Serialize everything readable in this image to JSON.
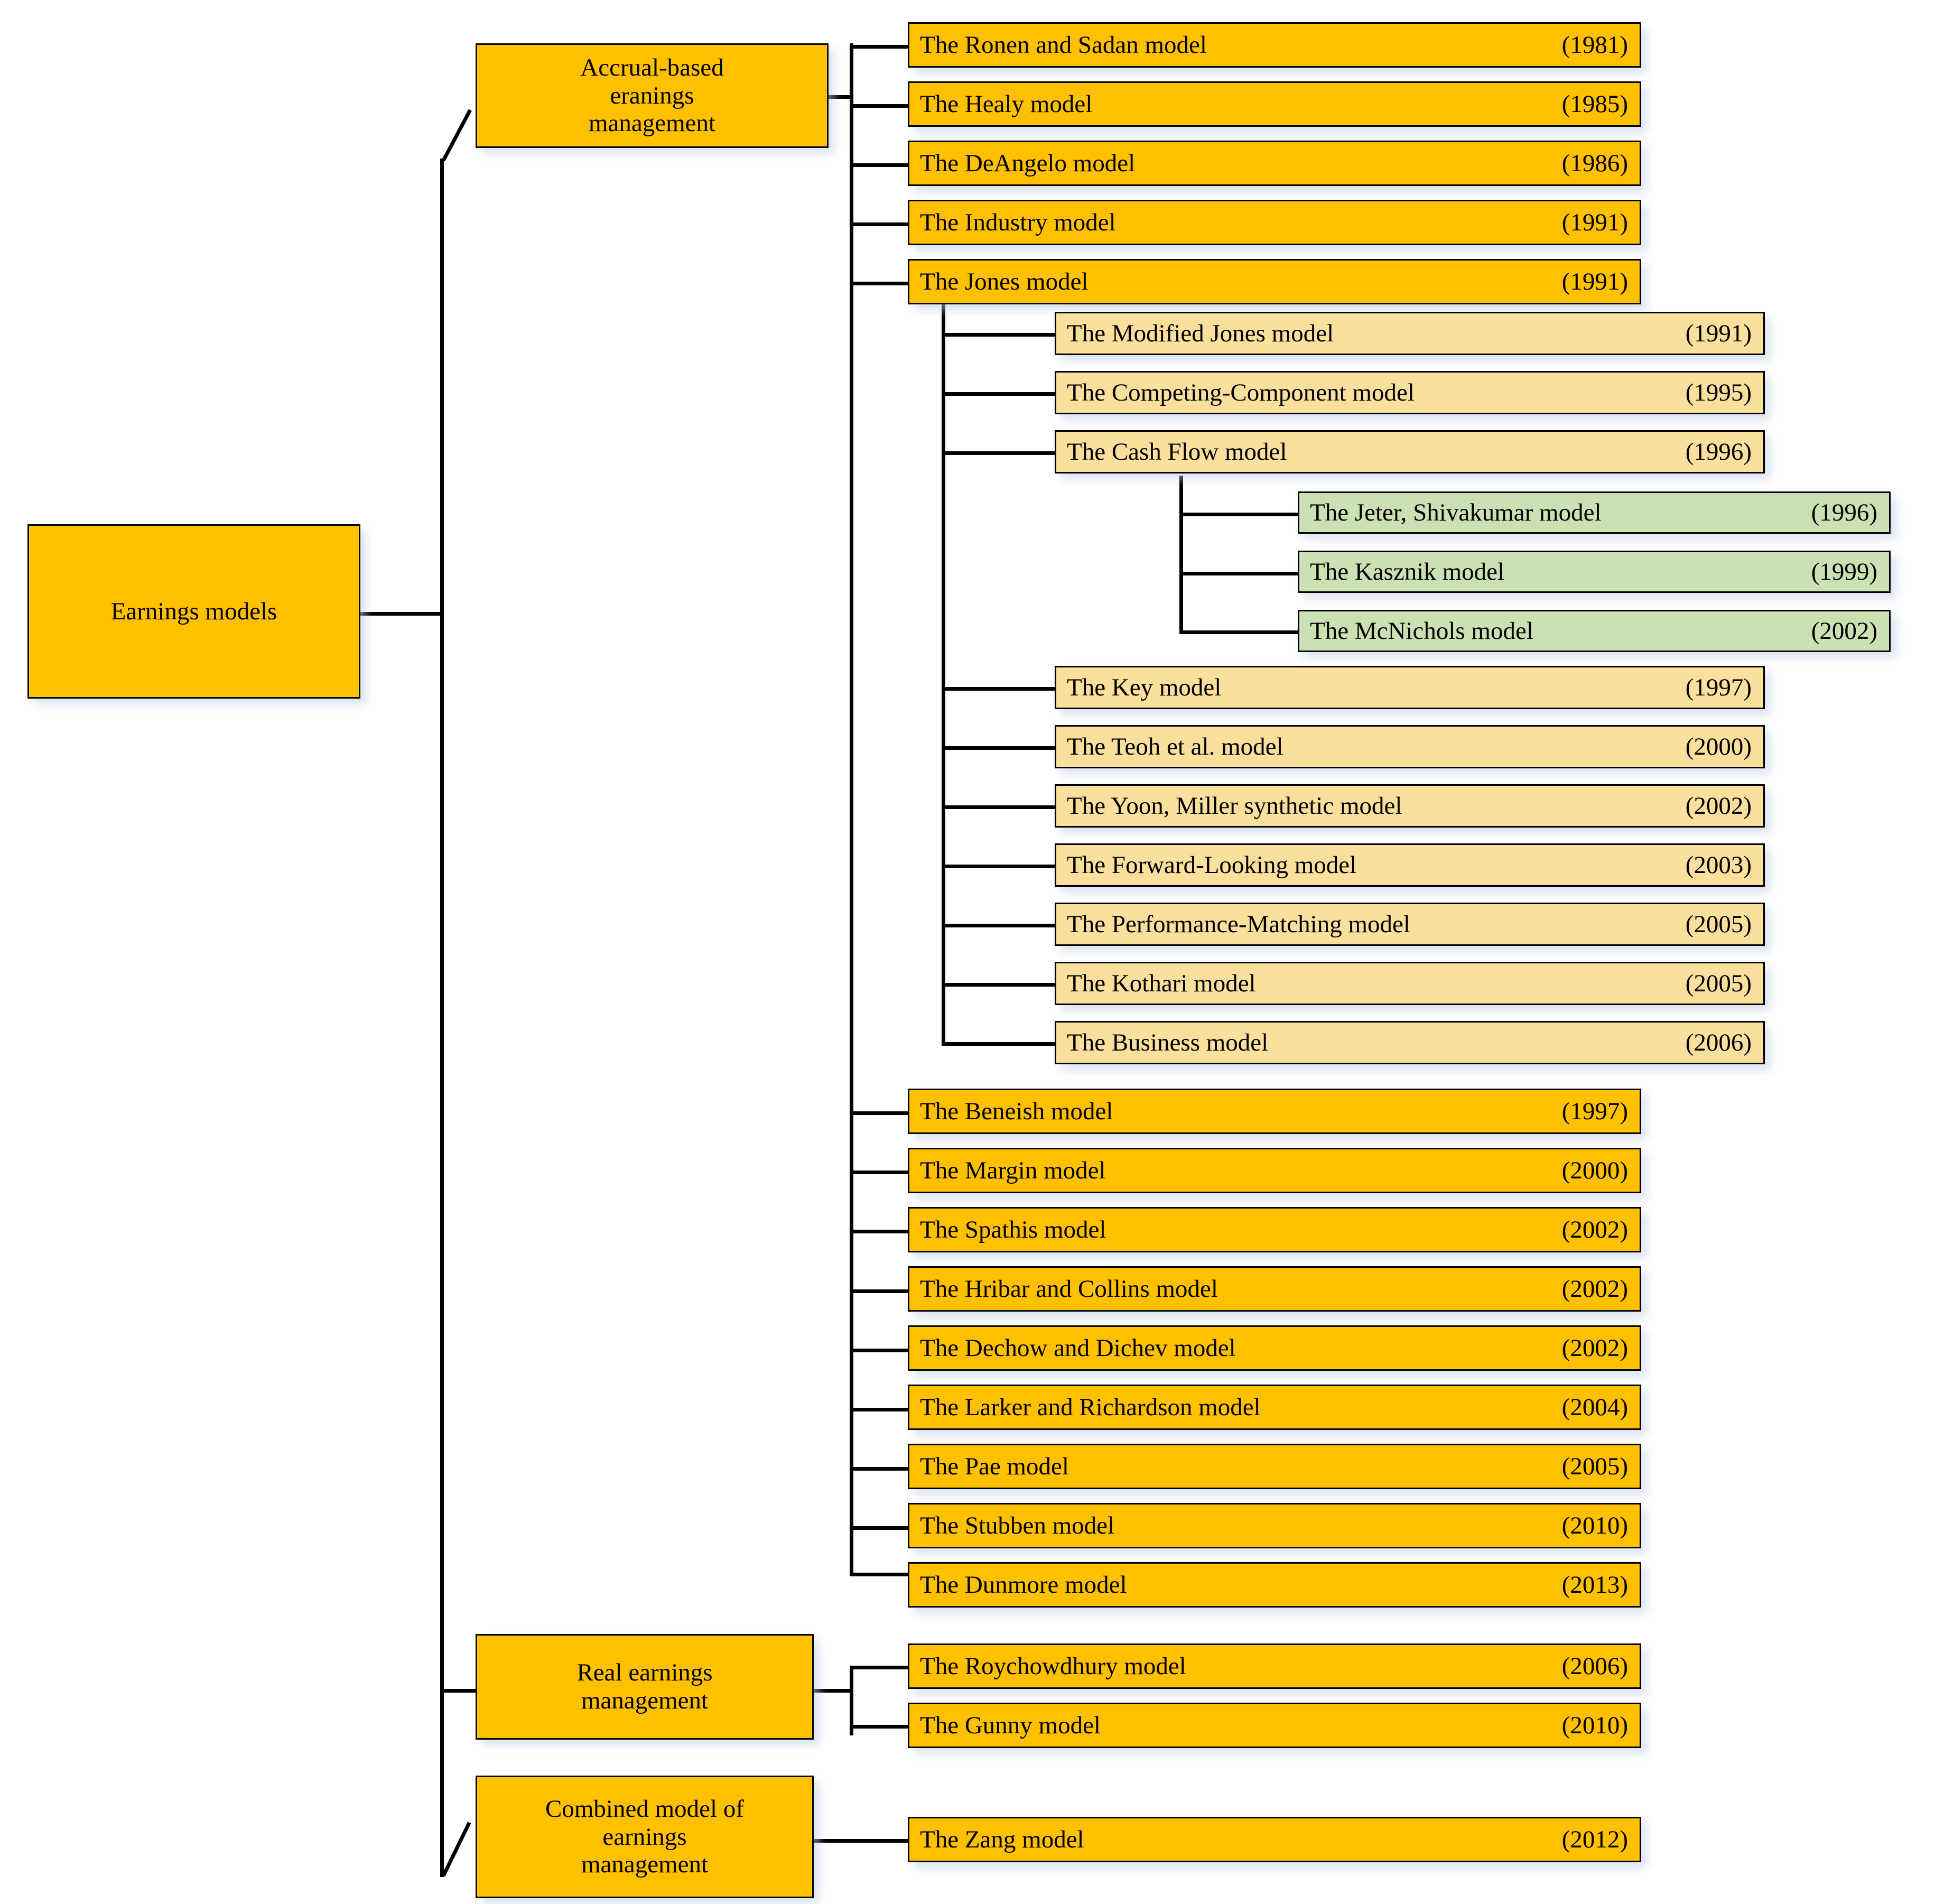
{
  "diagram": {
    "title": "Earnings models",
    "root": {
      "label": "Earnings models"
    },
    "colors": {
      "branch_orange": "#FFC000",
      "sub_cream": "#FBDF9D",
      "sub_green": "#CBE0B3",
      "line": "#000000",
      "background": "#FFFFFF"
    },
    "categories": [
      {
        "label": "Accrual-based\neranings\nmanagement"
      },
      {
        "label": "Real earnings\nmanagement"
      },
      {
        "label": "Combined model of\nearnings\nmanagement"
      }
    ],
    "accrual_models": [
      {
        "name": "The Ronen and Sadan model",
        "year": "(1981)"
      },
      {
        "name": "The Healy model",
        "year": "(1985)"
      },
      {
        "name": "The DeAngelo model",
        "year": "(1986)"
      },
      {
        "name": "The Industry model",
        "year": "(1991)"
      },
      {
        "name": "The Jones model",
        "year": "(1991)"
      },
      {
        "name": "The Beneish model",
        "year": "(1997)"
      },
      {
        "name": "The Margin model",
        "year": "(2000)"
      },
      {
        "name": "The Spathis model",
        "year": "(2002)"
      },
      {
        "name": "The Hribar and Collins model",
        "year": "(2002)"
      },
      {
        "name": "The Dechow and Dichev model",
        "year": "(2002)"
      },
      {
        "name": "The Larker and Richardson model",
        "year": "(2004)"
      },
      {
        "name": "The Pae model",
        "year": "(2005)"
      },
      {
        "name": "The Stubben model",
        "year": "(2010)"
      },
      {
        "name": "The Dunmore model",
        "year": "(2013)"
      }
    ],
    "jones_models": [
      {
        "name": "The Modified Jones model",
        "year": "(1991)"
      },
      {
        "name": "The Competing-Component model",
        "year": "(1995)"
      },
      {
        "name": "The Cash Flow model",
        "year": "(1996)"
      },
      {
        "name": "The Key model",
        "year": "(1997)"
      },
      {
        "name": "The Teoh et al. model",
        "year": "(2000)"
      },
      {
        "name": "The Yoon, Miller synthetic model",
        "year": "(2002)"
      },
      {
        "name": "The Forward-Looking model",
        "year": "(2003)"
      },
      {
        "name": "The Performance-Matching model",
        "year": "(2005)"
      },
      {
        "name": "The Kothari model",
        "year": "(2005)"
      },
      {
        "name": "The Business model",
        "year": "(2006)"
      }
    ],
    "cashflow_models": [
      {
        "name": "The Jeter, Shivakumar model",
        "year": "(1996)"
      },
      {
        "name": "The Kasznik model",
        "year": "(1999)"
      },
      {
        "name": "The McNichols model",
        "year": "(2002)"
      }
    ],
    "real_models": [
      {
        "name": "The Roychowdhury model",
        "year": "(2006)"
      },
      {
        "name": "The Gunny model",
        "year": "(2010)"
      }
    ],
    "combined_models": [
      {
        "name": "The Zang model",
        "year": "(2012)"
      }
    ]
  }
}
